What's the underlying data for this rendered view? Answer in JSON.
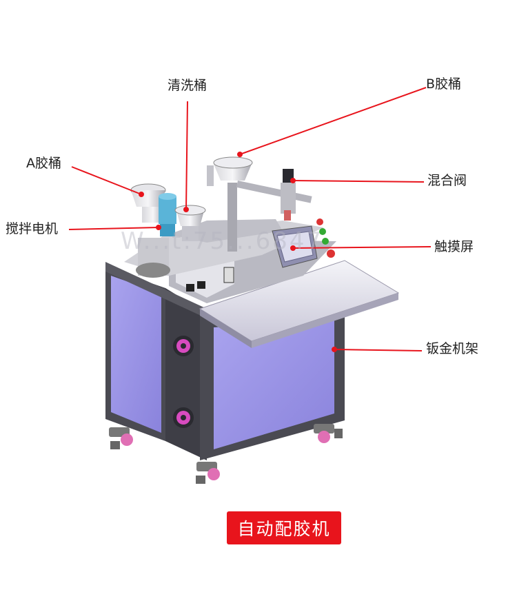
{
  "labels": {
    "cleaning_bucket": "清洗桶",
    "b_glue_bucket": "B胶桶",
    "a_glue_bucket": "A胶桶",
    "mixing_valve": "混合阀",
    "stirring_motor": "搅拌电机",
    "touch_screen": "触摸屏",
    "sheet_metal_frame": "钣金机架"
  },
  "title": "自动配胶机",
  "watermark": "W...t:75...6847",
  "colors": {
    "leader_line": "#e8141c",
    "title_bg": "#e8141c",
    "panel_purple": "#9b95e6",
    "frame_dark": "#4a4a52"
  }
}
